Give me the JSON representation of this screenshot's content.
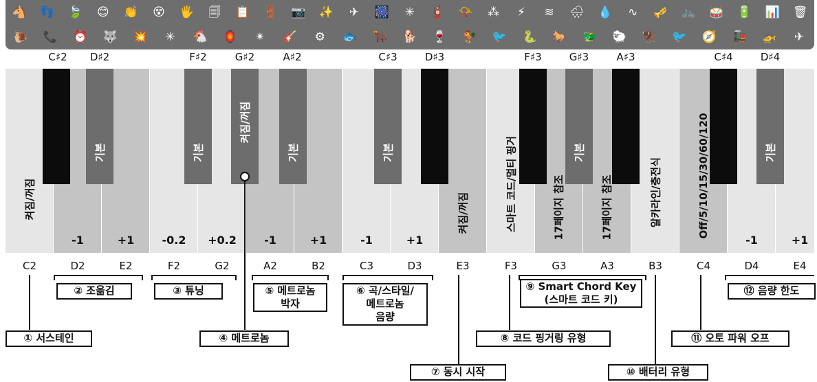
{
  "icon_rows": [
    [
      "🐴",
      "👣",
      "🍃",
      "😊",
      "👏",
      "😵",
      "🖐",
      "🗐",
      "📋",
      "🚪",
      "📷",
      "✨",
      "✈",
      "🎆",
      "✳",
      "🧯",
      "📯",
      "⁂",
      "⚡",
      "≋",
      "🌧",
      "💧",
      "∿",
      "🎺",
      "🚲",
      "🥁",
      "🔋",
      "📊",
      "🗑"
    ],
    [
      "🐌",
      "📞",
      "⏰",
      "🐺",
      "💥",
      "✳",
      "🐔",
      "🏮",
      "✴",
      "🎸",
      "⚙",
      "🐟",
      "🐂",
      "🐕",
      "🍷",
      "🐓",
      "🐦",
      "🐍",
      "🐎",
      "🐲",
      "🐑",
      "🦬",
      "🐦",
      "🧭",
      "🚂",
      "🚁",
      "✈"
    ]
  ],
  "sharp_notes": [
    "C♯2",
    "D♯2",
    "F♯2",
    "G♯2",
    "A♯2",
    "C♯3",
    "D♯3",
    "F♯3",
    "G♯3",
    "A♯3",
    "C♯4",
    "D♯4"
  ],
  "white_notes": [
    "C2",
    "D2",
    "E2",
    "F2",
    "G2",
    "A2",
    "B2",
    "C3",
    "D3",
    "E3",
    "F3",
    "G3",
    "A3",
    "B3",
    "C4",
    "D4",
    "E4"
  ],
  "key_labels": {
    "c2": "켜짐/꺼짐",
    "cs2": "",
    "ds2": "기본",
    "fs2": "기본",
    "gs2": "켜짐/꺼짐",
    "as2": "기본",
    "cs3": "기본",
    "e3": "켜짐/꺼짐",
    "f3": "스마트 코드/멀티 핑거",
    "fs3": "",
    "g3": "17페이지 참조",
    "gs3": "기본",
    "a3": "17페이지 참조",
    "b3": "알카라인/충전식",
    "c4": "Off/5/10/15/30/60/120",
    "ds4": "기본"
  },
  "values": {
    "d2": "-1",
    "e2": "+1",
    "f2": "-0.2",
    "g2": "+0.2",
    "a2": "-1",
    "b2": "+1",
    "c3": "-1",
    "d3": "+1",
    "d4": "-1",
    "e4": "+1"
  },
  "callouts": {
    "c1": "① 서스테인",
    "c2": "② 조옮김",
    "c3": "③ 튜닝",
    "c4": "④ 메트로놈",
    "c5a": "⑤ 메트로놈",
    "c5b": "박자",
    "c6a": "⑥ 곡/스타일/",
    "c6b": "메트로놈",
    "c6c": "음량",
    "c7": "⑦ 동시 시작",
    "c8": "⑧ 코드 핑거링 유형",
    "c9a": "⑨ Smart Chord Key",
    "c9b": "(스마트 코드 키)",
    "c10": "⑩ 배터리 유형",
    "c11": "⑪ 오토 파워 오프",
    "c12": "⑫ 음량 한도"
  }
}
